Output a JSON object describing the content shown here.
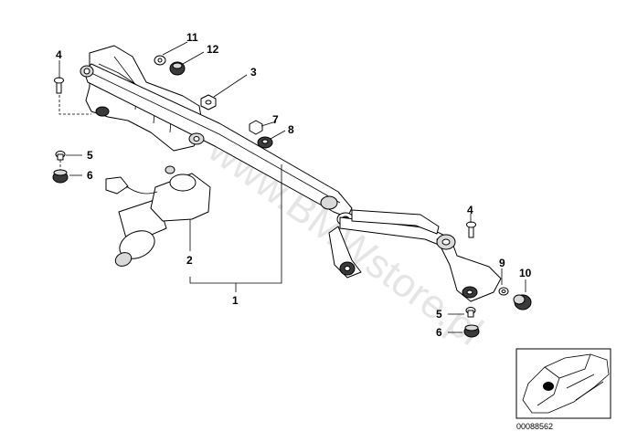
{
  "watermark": "www.BMWstore.pl",
  "reference_number": "00088562",
  "callouts": [
    {
      "id": "c11",
      "text": "11"
    },
    {
      "id": "c12",
      "text": "12"
    },
    {
      "id": "c4a",
      "text": "4"
    },
    {
      "id": "c3",
      "text": "3"
    },
    {
      "id": "c7",
      "text": "7"
    },
    {
      "id": "c8",
      "text": "8"
    },
    {
      "id": "c5a",
      "text": "5"
    },
    {
      "id": "c6a",
      "text": "6"
    },
    {
      "id": "c2",
      "text": "2"
    },
    {
      "id": "c1",
      "text": "1"
    },
    {
      "id": "c4b",
      "text": "4"
    },
    {
      "id": "c9",
      "text": "9"
    },
    {
      "id": "c10",
      "text": "10"
    },
    {
      "id": "c5b",
      "text": "5"
    },
    {
      "id": "c6b",
      "text": "6"
    }
  ]
}
